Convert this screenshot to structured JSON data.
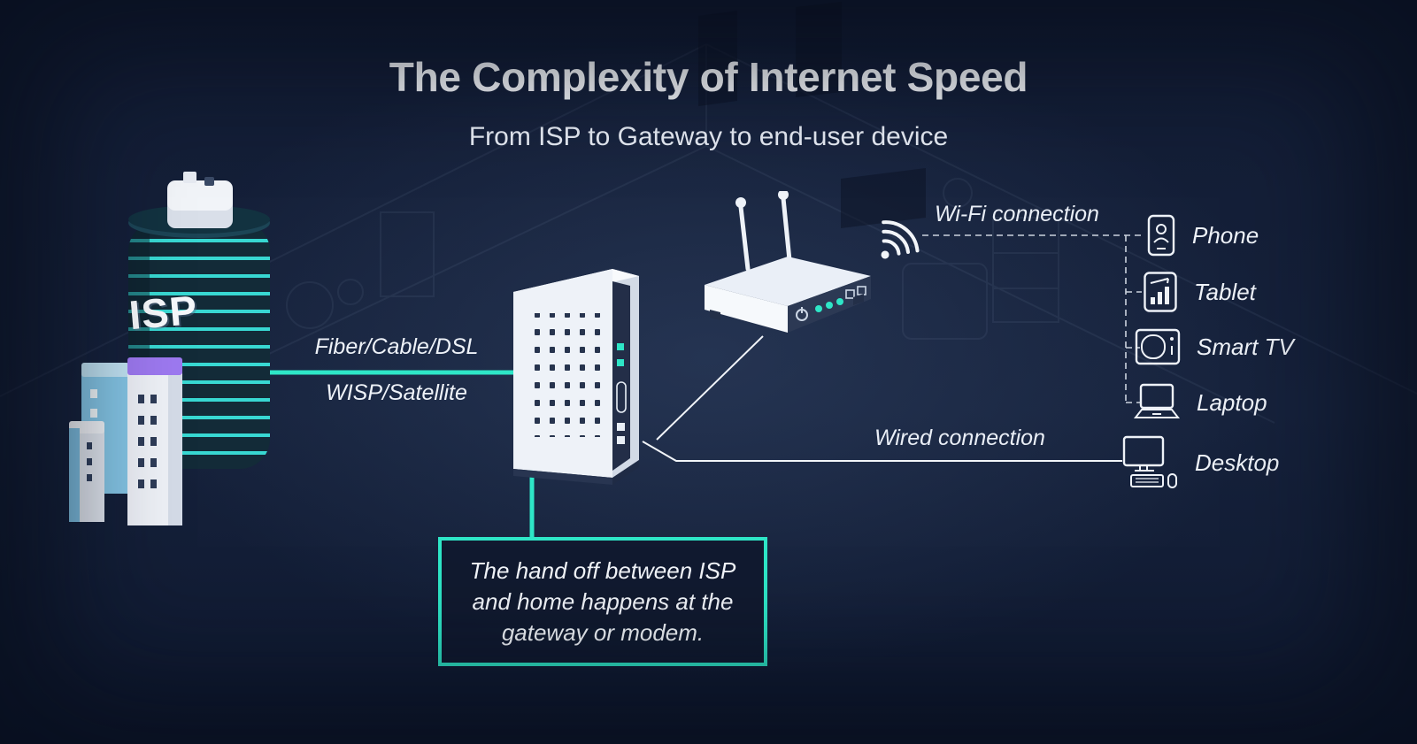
{
  "header": {
    "title": "The Complexity of Internet Speed",
    "subtitle": "From ISP to Gateway to end-user device"
  },
  "isp_building": {
    "label": "ISP"
  },
  "links": {
    "isp_to_gateway_line1": "Fiber/Cable/DSL",
    "isp_to_gateway_line2": "WISP/Satellite",
    "wifi_label": "Wi-Fi connection",
    "wired_label": "Wired connection"
  },
  "callout": {
    "line1": "The hand off between ISP",
    "line2": "and home happens at the",
    "line3": "gateway or modem."
  },
  "devices": [
    {
      "label": "Phone",
      "icon": "phone-icon"
    },
    {
      "label": "Tablet",
      "icon": "tablet-icon"
    },
    {
      "label": "Smart TV",
      "icon": "smart-tv-icon"
    },
    {
      "label": "Laptop",
      "icon": "laptop-icon"
    },
    {
      "label": "Desktop",
      "icon": "desktop-icon"
    }
  ],
  "colors": {
    "accent_teal": "#2ee6c7",
    "background": "#131d35",
    "callout_fill": "#111a2f",
    "text": "#f4f7fa"
  }
}
